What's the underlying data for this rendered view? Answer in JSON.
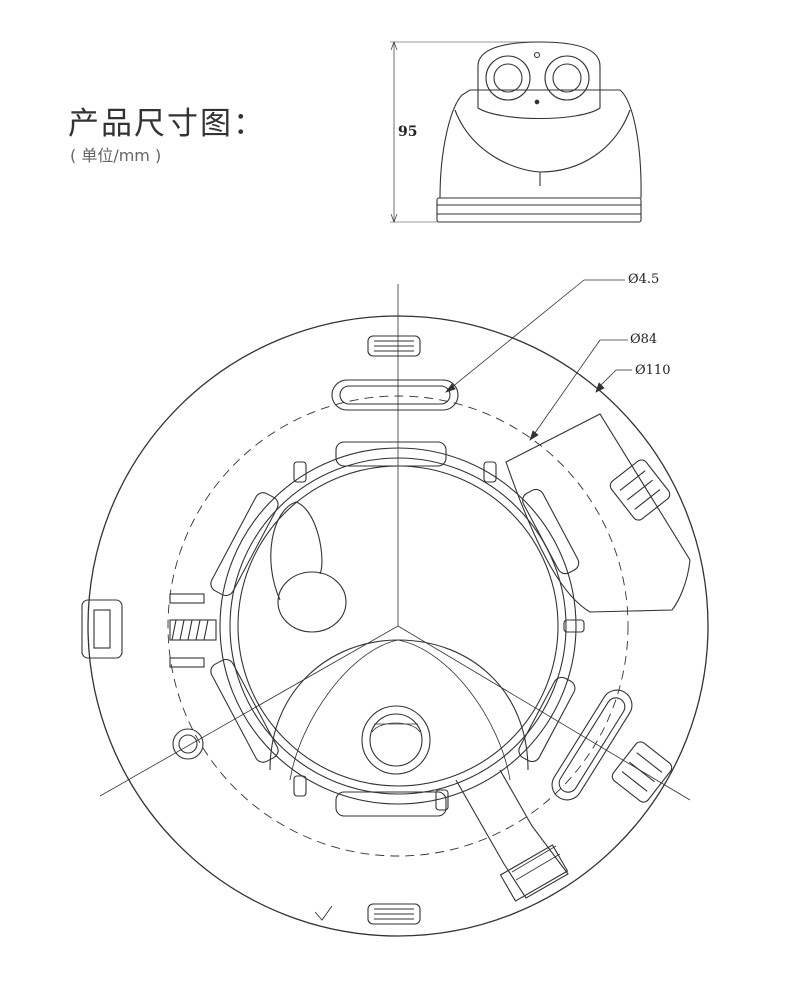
{
  "header": {
    "title": "产品尺寸图：",
    "unit_note": "( 单位/mm )"
  },
  "dimensions": {
    "height": "95",
    "hole_diameter": "Ø4.5",
    "mount_diameter": "Ø84",
    "base_diameter": "Ø110"
  },
  "colors": {
    "line": "#333333",
    "background": "#ffffff"
  }
}
